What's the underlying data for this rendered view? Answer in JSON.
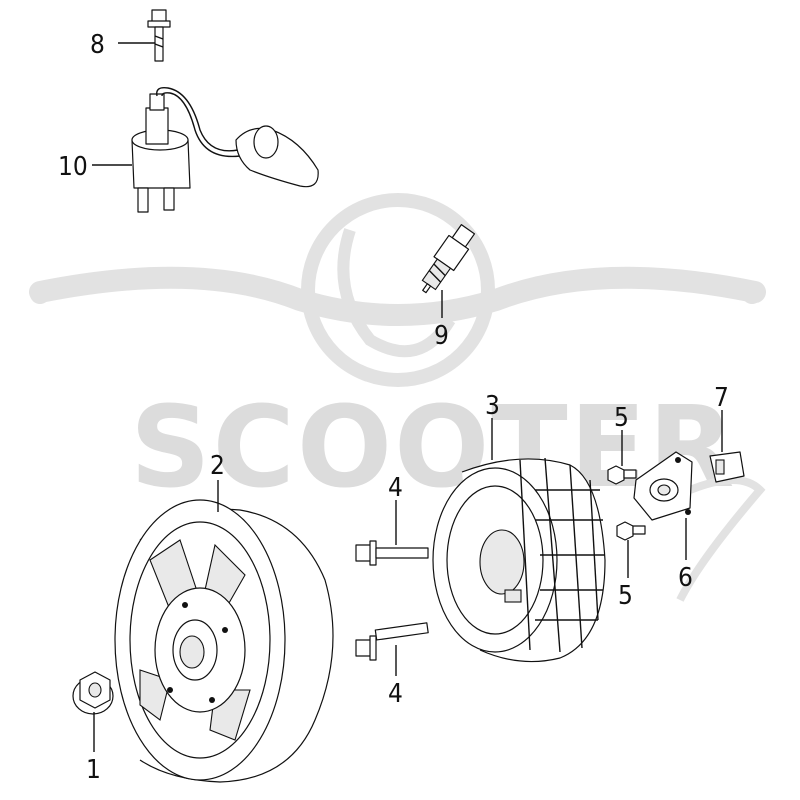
{
  "watermark": {
    "brand": "SCOOTER"
  },
  "callouts": [
    {
      "id": "1",
      "label": "1"
    },
    {
      "id": "2",
      "label": "2"
    },
    {
      "id": "3",
      "label": "3"
    },
    {
      "id": "4a",
      "label": "4"
    },
    {
      "id": "4b",
      "label": "4"
    },
    {
      "id": "5a",
      "label": "5"
    },
    {
      "id": "5b",
      "label": "5"
    },
    {
      "id": "6",
      "label": "6"
    },
    {
      "id": "7",
      "label": "7"
    },
    {
      "id": "8",
      "label": "8"
    },
    {
      "id": "9",
      "label": "9"
    },
    {
      "id": "10",
      "label": "10"
    }
  ]
}
